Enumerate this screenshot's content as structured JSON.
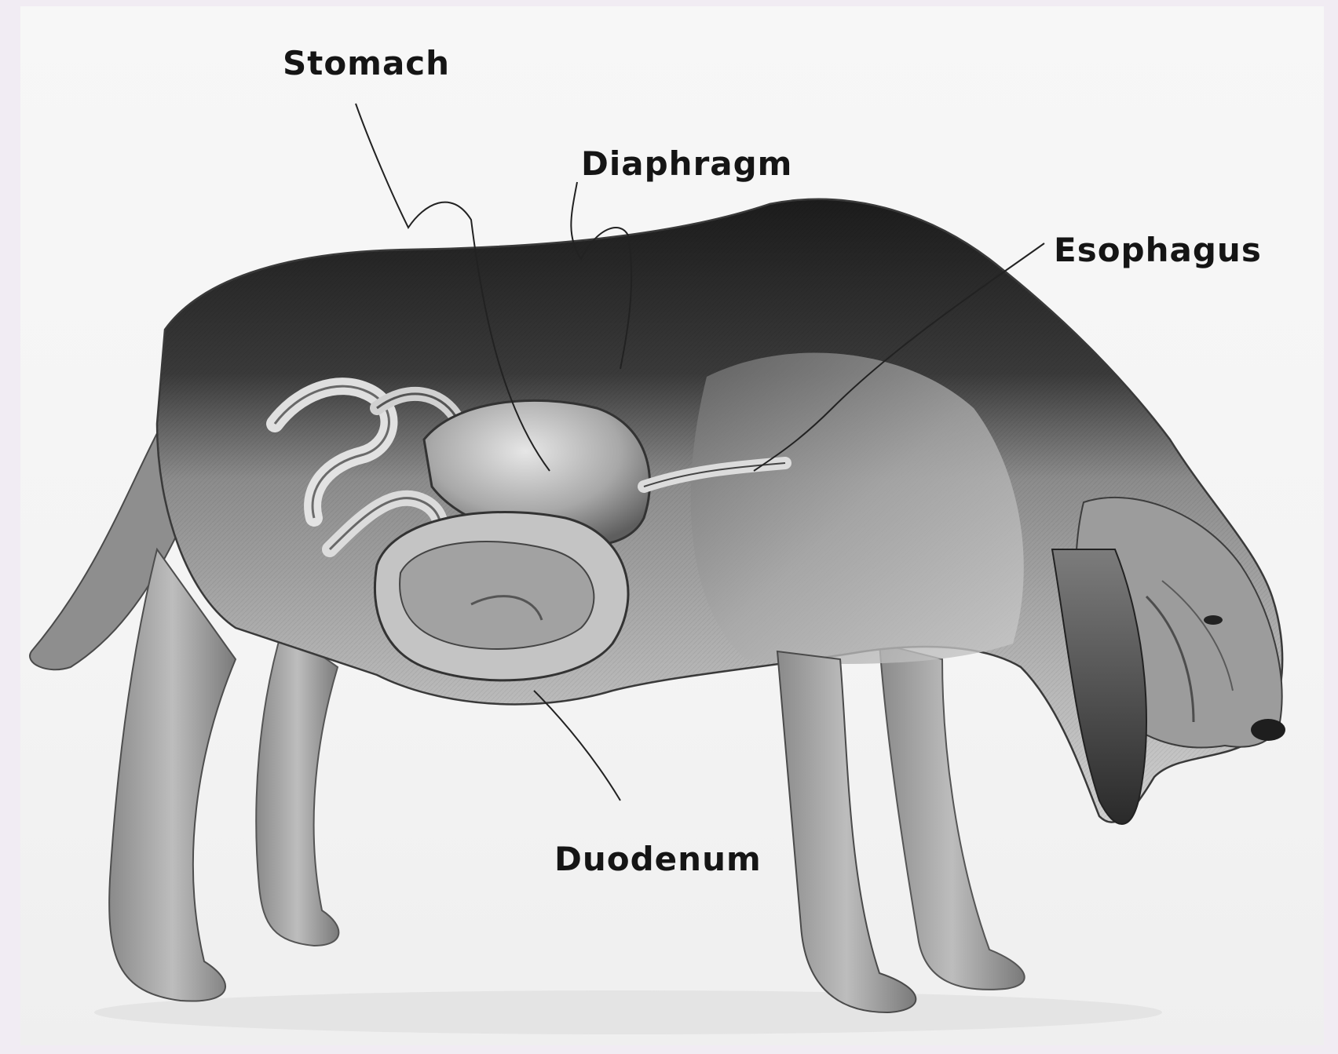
{
  "labels": {
    "stomach": "Stomach",
    "diaphragm": "Diaphragm",
    "esophagus": "Esophagus",
    "duodenum": "Duodenum"
  },
  "colors": {
    "background": "#f1ecf3",
    "paper": "#f5f5f5",
    "ink": "#151515",
    "body_shade": "#9a9a9a",
    "dark_back": "#1e1e1e"
  },
  "illustration": {
    "subject": "dog-anatomy-illustration"
  }
}
